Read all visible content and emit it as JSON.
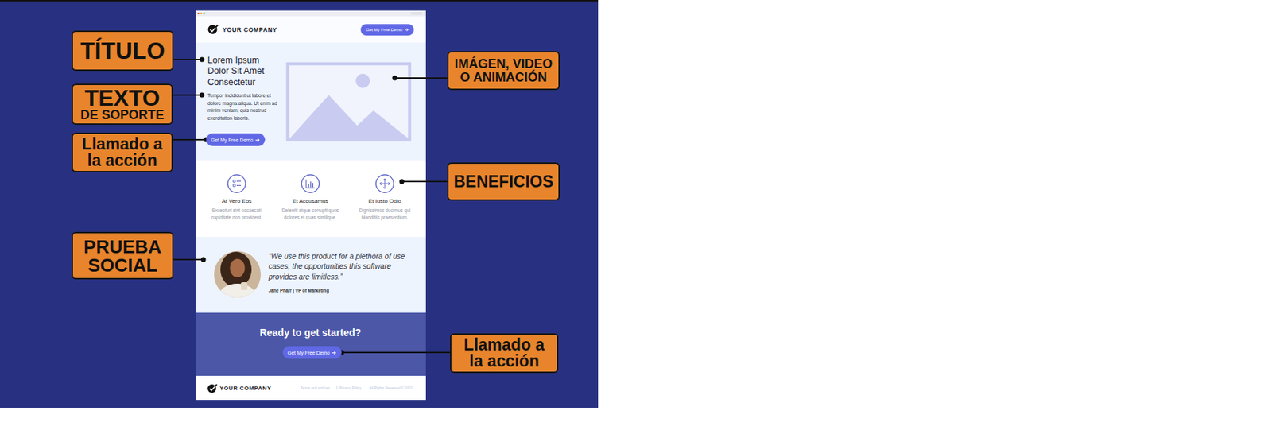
{
  "diagram": {
    "nodes": [
      {
        "text": [
          "TÍTULO"
        ]
      },
      {
        "text": [
          "TEXTO",
          "DE SOPORTE"
        ]
      },
      {
        "text": [
          "Llamado a la acción"
        ]
      },
      {
        "text": [
          "PRUEBA SOCIAL"
        ]
      },
      {
        "text": [
          "IMÁGEN, VIDEO O ANIMACIÓN"
        ]
      },
      {
        "text": [
          "BENEFICIOS"
        ]
      },
      {
        "text": [
          "Llamado a la acción"
        ]
      },
      {
        "text": [
          "Get My Free Demo"
        ]
      },
      {
        "text": [
          "Get My Free Demo"
        ]
      },
      {
        "text": [
          "Get My Free Demo"
        ]
      }
    ],
    "edges": [
      {
        "from": 2,
        "to": 8,
        "arrow": "none"
      },
      {
        "from": 6,
        "to": 9,
        "arrow": "none"
      }
    ],
    "labels": [
      "YOUR COMPANY",
      "Lorem Ipsum Dolor Sit Amet Consectetur",
      "Tempor incididunt ut labore et dolore magna aliqua. Ut enim ad minim veniam, quis nostrud exercitation laboris.",
      "At Vero Eos",
      "Excepturi sint occaecati cupiditate non provident.",
      "Et Accusamus",
      "Deleniti atque corrupti quos dolores et quas similique.",
      "Et Iusto Odio",
      "Dignissimos ducimus qui blanditiis praesentium.",
      "“We use this product for a plethora of use cases, the opportunities this software provides are limitless.”",
      "Jane Pharr | VP of Marketing",
      "Ready to get started?",
      "YOUR COMPANY",
      "Terms and policies",
      "Privacy Policy",
      "All Rights Reserved © 2021"
    ]
  }
}
